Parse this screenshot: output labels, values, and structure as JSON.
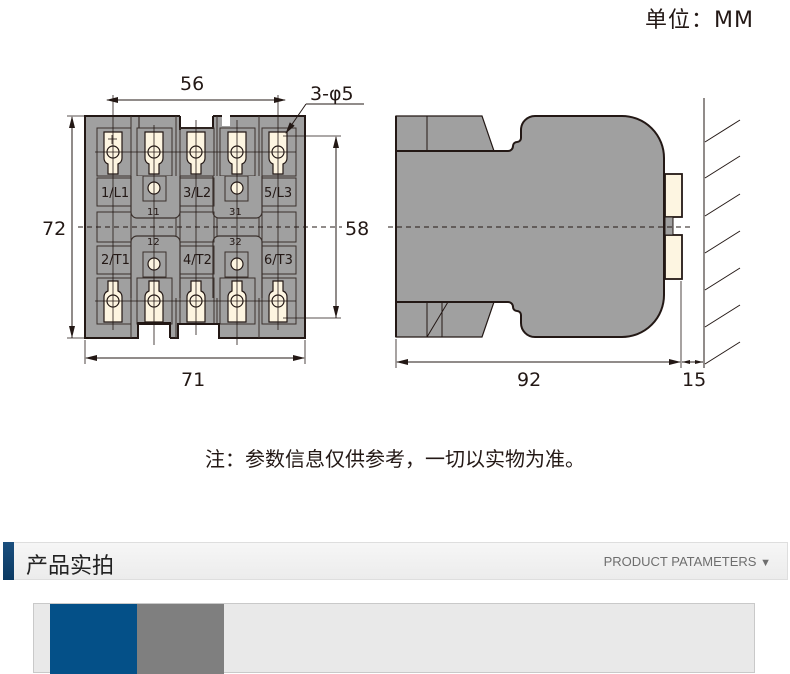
{
  "unit_label": "单位：MM",
  "front_view": {
    "dim_top_width": "56",
    "dim_hole": "3-φ5",
    "dim_left_height": "72",
    "dim_right_height": "58",
    "dim_bottom_width": "71",
    "terminals_top": [
      "1/L1",
      "3/L2",
      "5/L3"
    ],
    "terminals_bottom": [
      "2/T1",
      "4/T2",
      "6/T3"
    ],
    "aux_contacts": [
      "11",
      "31",
      "12",
      "32"
    ]
  },
  "side_view": {
    "dim_depth": "92",
    "dim_clearance": "15"
  },
  "note": "注：参数信息仅供参考，一切以实物为准。",
  "section": {
    "title": "产品实拍",
    "subtitle": "PRODUCT PATAMETERS",
    "subtitle_icon": "▼"
  },
  "colors": {
    "body_gray": "#a0a0a0",
    "outline": "#231815",
    "terminal_cream": "#fdf5e1",
    "accent_blue": "#0b3a63",
    "photo_blue": "#045088",
    "photo_gray": "#7f7f7f"
  }
}
